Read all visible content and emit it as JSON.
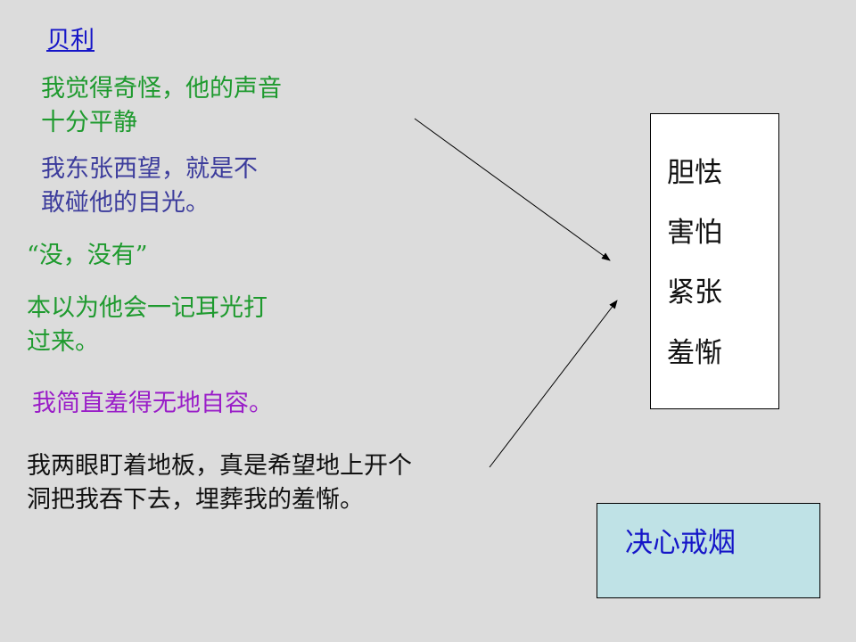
{
  "title": "贝利",
  "left_texts": {
    "text1": [
      "我觉得奇怪，他的声音",
      "十分平静"
    ],
    "text2": [
      "我东张西望，就是不",
      "敢碰他的目光。"
    ],
    "text3": "“没，没有”",
    "text4": [
      "本以为他会一记耳光打",
      "过来。"
    ],
    "text5": "我简直羞得无地自容。",
    "text6": [
      "我两眼盯着地板，真是希望地上开个",
      "洞把我吞下去，埋葬我的羞惭。"
    ]
  },
  "emotions": [
    "胆怯",
    "害怕",
    "紧张",
    "羞惭"
  ],
  "decision": "决心戒烟",
  "colors": {
    "background": "#dcdcdc",
    "link_blue": "#1515c8",
    "green": "#1e9a2e",
    "slate_blue": "#3c3c9c",
    "purple": "#9a1ec8",
    "black": "#111111",
    "decision_box": "#bfe2e6"
  }
}
